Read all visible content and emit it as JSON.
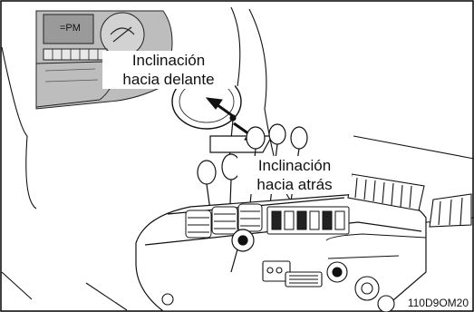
{
  "labels": {
    "tilt_forward": [
      "Inclinación",
      "hacia delante"
    ],
    "tilt_backward": [
      "Inclinación",
      "hacia atrás"
    ]
  },
  "figure_code": "110D9OM20",
  "colors": {
    "line": "#111111",
    "dashboard_fill": "#bdbdbd",
    "border": "#000000",
    "background": "#ffffff"
  }
}
